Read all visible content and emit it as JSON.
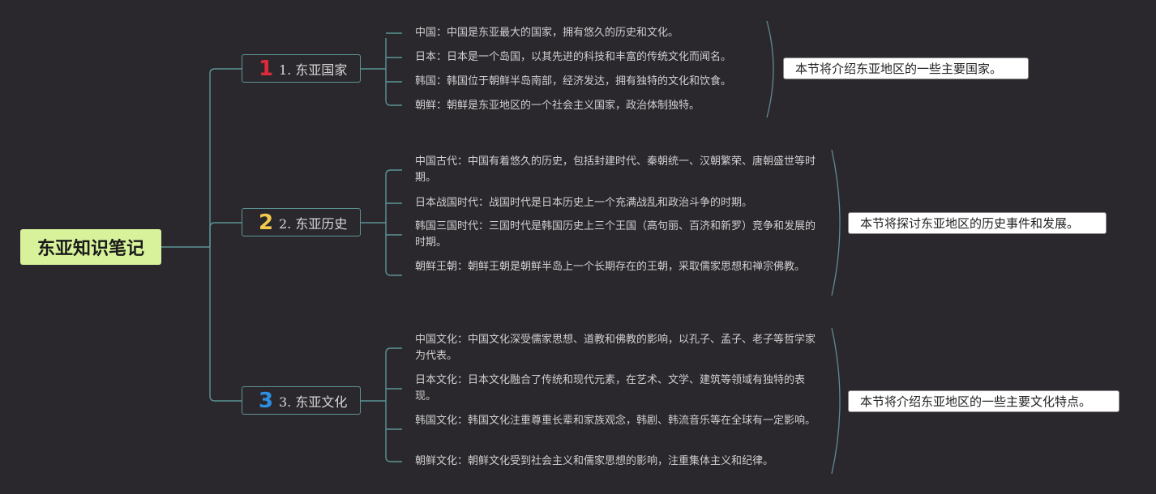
{
  "root": {
    "title": "东亚知识笔记"
  },
  "branches": [
    {
      "badge": "1",
      "badge_color": "#e0293b",
      "label": "1. 东亚国家",
      "items": [
        "中国：中国是东亚最大的国家，拥有悠久的历史和文化。",
        "日本：日本是一个岛国，以其先进的科技和丰富的传统文化而闻名。",
        "韩国：韩国位于朝鲜半岛南部，经济发达，拥有独特的文化和饮食。",
        "朝鲜：朝鲜是东亚地区的一个社会主义国家，政治体制独特。"
      ],
      "summary": "本节将介绍东亚地区的一些主要国家。"
    },
    {
      "badge": "2",
      "badge_color": "#f2c94c",
      "label": "2. 东亚历史",
      "items": [
        "中国古代：中国有着悠久的历史，包括封建时代、秦朝统一、汉朝繁荣、唐朝盛世等时期。",
        "日本战国时代：战国时代是日本历史上一个充满战乱和政治斗争的时期。",
        "韩国三国时代：三国时代是韩国历史上三个王国（高句丽、百济和新罗）竞争和发展的时期。",
        "朝鲜王朝：朝鲜王朝是朝鲜半岛上一个长期存在的王朝，采取儒家思想和禅宗佛教。"
      ],
      "summary": "本节将探讨东亚地区的历史事件和发展。"
    },
    {
      "badge": "3",
      "badge_color": "#2d8fe0",
      "label": "3. 东亚文化",
      "items": [
        "中国文化：中国文化深受儒家思想、道教和佛教的影响，以孔子、孟子、老子等哲学家为代表。",
        "日本文化：日本文化融合了传统和现代元素，在艺术、文学、建筑等领域有独特的表现。",
        "韩国文化：韩国文化注重尊重长辈和家族观念，韩剧、韩流音乐等在全球有一定影响。",
        "朝鲜文化：朝鲜文化受到社会主义和儒家思想的影响，注重集体主义和纪律。"
      ],
      "summary": "本节将介绍东亚地区的一些主要文化特点。"
    }
  ]
}
